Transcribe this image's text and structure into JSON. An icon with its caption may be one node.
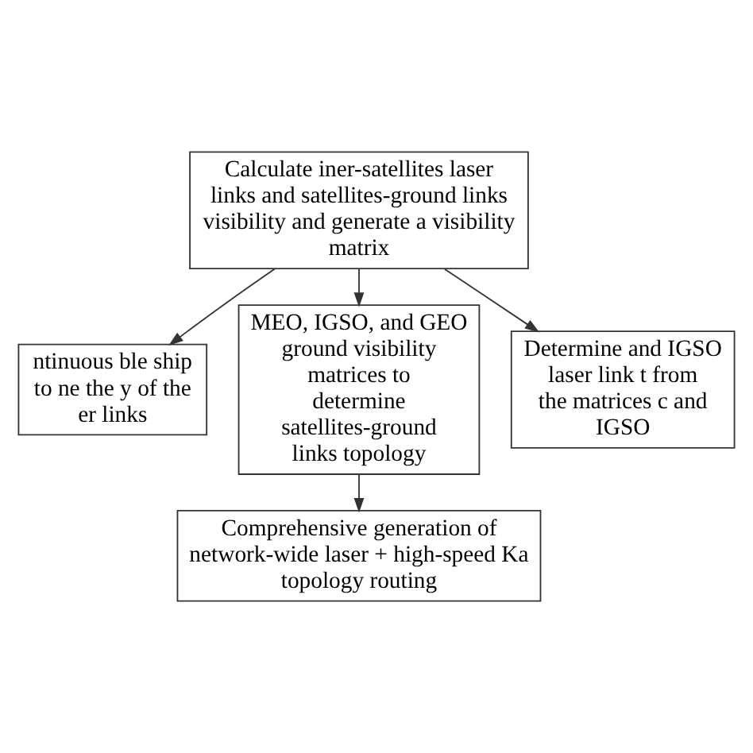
{
  "diagram": {
    "nodes": [
      {
        "text": [
          "Calculate iner-satellites laser links and satellites-ground links visibility and generate a visibility matrix"
        ]
      },
      {
        "text": [
          "ntinuous ble ship to ne the y of the er links"
        ]
      },
      {
        "text": [
          "MEO, IGSO, and GEO ground visibility matrices to determine satellites-ground links topology"
        ]
      },
      {
        "text": [
          "Determine and IGSO laser link t from the matrices c and IGSO"
        ]
      },
      {
        "text": [
          "Comprehensive generation of network-wide laser + high-speed Ka topology routing"
        ]
      }
    ],
    "edges": [
      {
        "from": 0,
        "to": 1,
        "arrow": "to"
      },
      {
        "from": 0,
        "to": 2,
        "arrow": "to"
      },
      {
        "from": 0,
        "to": 3,
        "arrow": "to"
      },
      {
        "from": 2,
        "to": 4,
        "arrow": "to"
      }
    ]
  }
}
